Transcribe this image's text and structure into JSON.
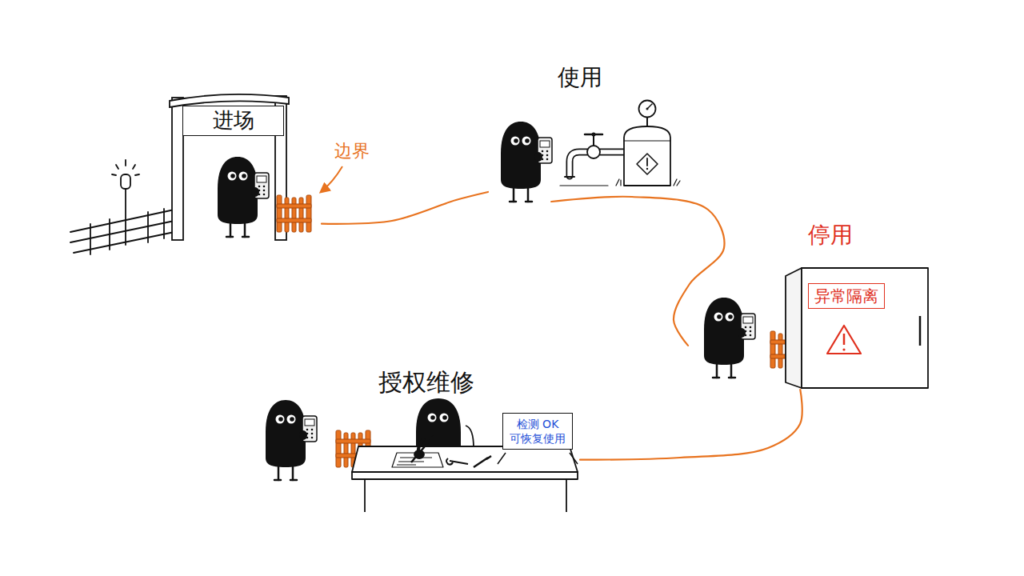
{
  "diagram": {
    "nodes": [
      {
        "text": [
          "进场"
        ]
      },
      {
        "text": [
          "使用"
        ]
      },
      {
        "text": [
          "停用"
        ]
      },
      {
        "text": [
          "异常隔离"
        ],
        "in": 2
      },
      {
        "text": [
          "授权维修"
        ]
      },
      {
        "text": [
          "检测 OK 可恢复使用"
        ],
        "in": 4
      }
    ],
    "edges": [
      {
        "from": 0,
        "to": 1,
        "arrow": "none"
      },
      {
        "from": 1,
        "to": 2,
        "arrow": "none"
      },
      {
        "from": 2,
        "to": 4,
        "arrow": "none"
      }
    ],
    "labels": [
      "边界"
    ]
  }
}
